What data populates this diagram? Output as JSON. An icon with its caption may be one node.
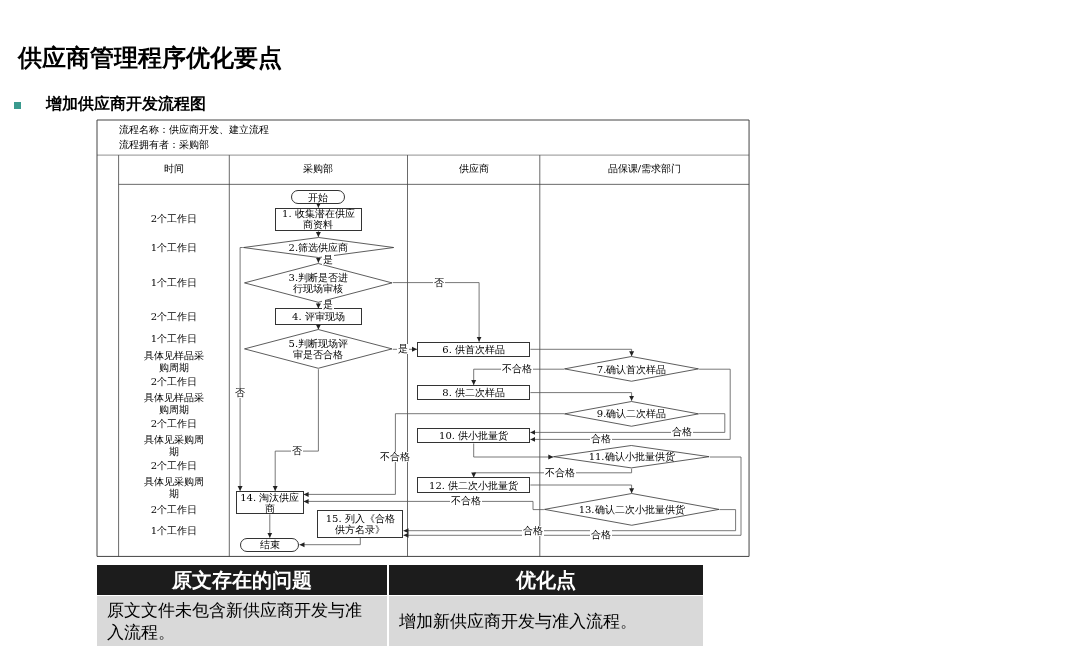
{
  "diagram": {
    "title": "供应商管理程序优化要点",
    "nodes": [
      {
        "text": [
          "开始"
        ]
      },
      {
        "text": [
          "1. 收集潜在供应商资料"
        ]
      },
      {
        "text": [
          "2.筛选供应商"
        ]
      },
      {
        "text": [
          "3.判断是否进行现场审核"
        ]
      },
      {
        "text": [
          "4. 评审现场"
        ]
      },
      {
        "text": [
          "5.判断现场评审是否合格"
        ]
      },
      {
        "text": [
          "6. 供首次样品"
        ]
      },
      {
        "text": [
          "7.确认首次样品"
        ]
      },
      {
        "text": [
          "8. 供二次样品"
        ]
      },
      {
        "text": [
          "9.确认二次样品"
        ]
      },
      {
        "text": [
          "10. 供小批量货"
        ]
      },
      {
        "text": [
          "11.确认小批量供货"
        ]
      },
      {
        "text": [
          "12. 供二次小批量货"
        ]
      },
      {
        "text": [
          "13.确认二次小批量供货"
        ]
      },
      {
        "text": [
          "14. 淘汰供应商"
        ]
      },
      {
        "text": [
          "15. 列入《合格供方名录》"
        ]
      },
      {
        "text": [
          "结束"
        ]
      }
    ],
    "edges": [
      {
        "from": 0,
        "to": 1,
        "arrow": "to"
      },
      {
        "from": 1,
        "to": 2,
        "arrow": "to"
      },
      {
        "from": 2,
        "to": 3,
        "arrow": "to",
        "label": "是"
      },
      {
        "from": 2,
        "to": 14,
        "arrow": "to",
        "label": "否"
      },
      {
        "from": 3,
        "to": 4,
        "arrow": "to",
        "label": "是"
      },
      {
        "from": 3,
        "to": 6,
        "arrow": "to",
        "label": "否"
      },
      {
        "from": 4,
        "to": 5,
        "arrow": "to"
      },
      {
        "from": 5,
        "to": 6,
        "arrow": "to",
        "label": "是"
      },
      {
        "from": 5,
        "to": 14,
        "arrow": "to",
        "label": "否"
      },
      {
        "from": 6,
        "to": 7,
        "arrow": "to"
      },
      {
        "from": 7,
        "to": 8,
        "arrow": "to",
        "label": "不合格"
      },
      {
        "from": 7,
        "to": 10,
        "arrow": "to",
        "label": "合格"
      },
      {
        "from": 8,
        "to": 9,
        "arrow": "to"
      },
      {
        "from": 9,
        "to": 10,
        "arrow": "to",
        "label": "合格"
      },
      {
        "from": 9,
        "to": 14,
        "arrow": "to",
        "label": "不合格"
      },
      {
        "from": 10,
        "to": 11,
        "arrow": "to"
      },
      {
        "from": 11,
        "to": 12,
        "arrow": "to",
        "label": "不合格"
      },
      {
        "from": 11,
        "to": 15,
        "arrow": "to",
        "label": "合格"
      },
      {
        "from": 12,
        "to": 13,
        "arrow": "to"
      },
      {
        "from": 13,
        "to": 14,
        "arrow": "to",
        "label": "不合格"
      },
      {
        "from": 13,
        "to": 15,
        "arrow": "to",
        "label": "合格"
      },
      {
        "from": 15,
        "to": 16,
        "arrow": "to"
      },
      {
        "from": 14,
        "to": 16,
        "arrow": "to"
      }
    ],
    "labels": [
      "增加供应商开发流程图",
      "流程名称：供应商开发、建立流程",
      "流程拥有者：采购部",
      "时间",
      "采购部",
      "供应商",
      "品保课/需求部门",
      "2个工作日",
      "1个工作日",
      "1个工作日",
      "2个工作日",
      "1个工作日",
      "具体见样品采购周期",
      "2个工作日",
      "具体见样品采购周期",
      "2个工作日",
      "具体见采购周期",
      "2个工作日",
      "具体见采购周期",
      "2个工作日",
      "1个工作日",
      "原文存在的问题",
      "优化点",
      "原文文件未包含新供应商开发与准入流程。",
      "增加新供应商开发与准入流程。"
    ]
  }
}
